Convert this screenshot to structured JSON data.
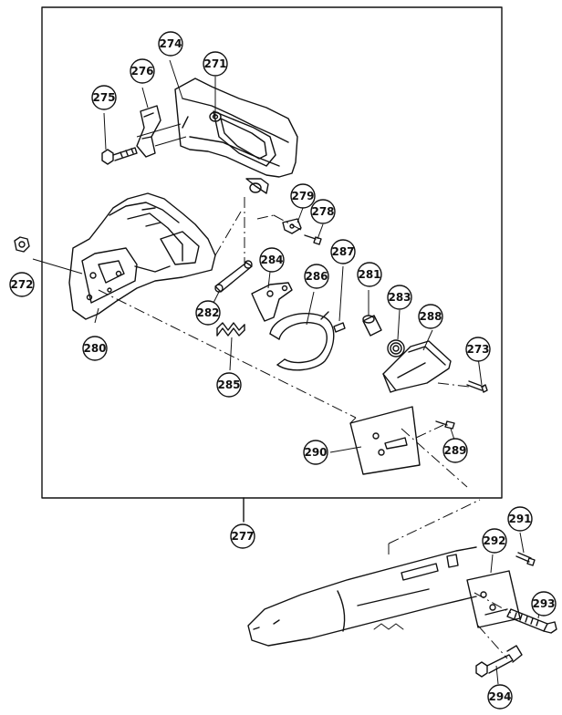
{
  "diagram": {
    "callouts": {
      "c271": "271",
      "c272": "272",
      "c273": "273",
      "c274": "274",
      "c275": "275",
      "c276": "276",
      "c277": "277",
      "c278": "278",
      "c279": "279",
      "c280": "280",
      "c281": "281",
      "c282": "282",
      "c283": "283",
      "c284": "284",
      "c285": "285",
      "c286": "286",
      "c287": "287",
      "c288": "288",
      "c289": "289",
      "c290": "290",
      "c291": "291",
      "c292": "292",
      "c293": "293",
      "c294": "294"
    }
  }
}
